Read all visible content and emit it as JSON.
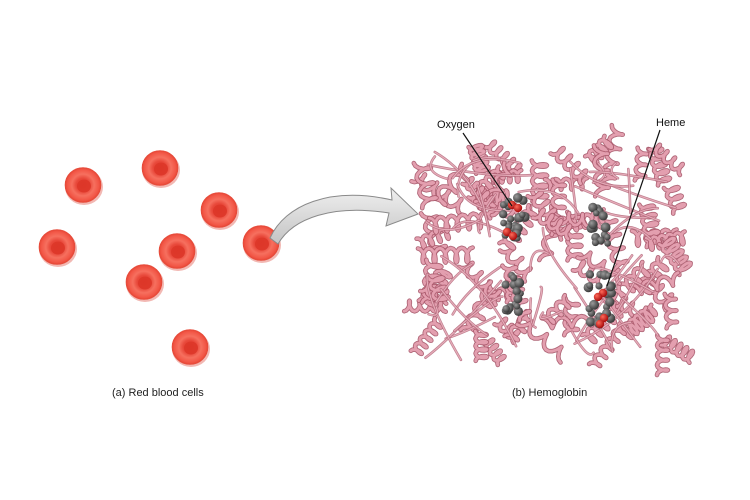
{
  "figure": {
    "caption_a": "(a) Red blood cells",
    "caption_b": "(b) Hemoglobin",
    "label_oxygen": "Oxygen",
    "label_heme": "Heme"
  },
  "colors": {
    "cell_outer": "#f05a4a",
    "cell_inner": "#e0392c",
    "ribbon": "#d98a9a",
    "heme": "#555555",
    "oxygen": "#d01818",
    "arrow": "#d8d8d8"
  }
}
